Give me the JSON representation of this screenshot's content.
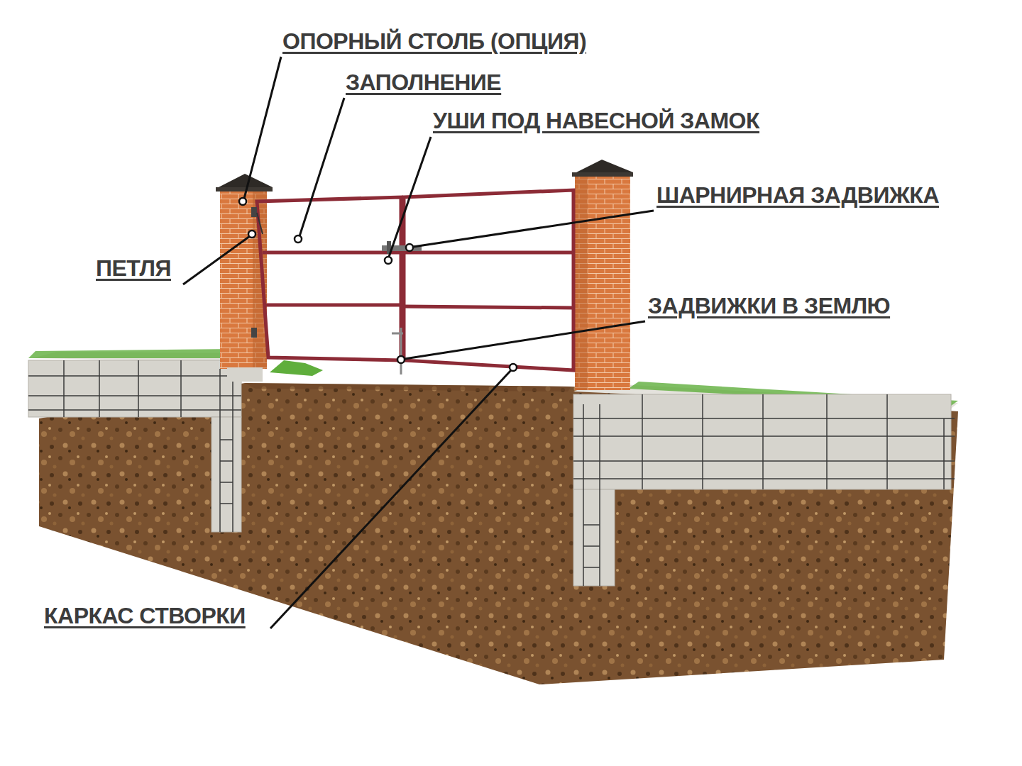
{
  "diagram": {
    "labels": [
      "ОПОРНЫЙ СТОЛБ (ОПЦИЯ)",
      "ЗАПОЛНЕНИЕ",
      "УШИ ПОД НАВЕСНОЙ ЗАМОК",
      "ШАРНИРНАЯ ЗАДВИЖКА",
      "ПЕТЛЯ",
      "ЗАДВИЖКИ В ЗЕМЛЮ",
      "КАРКАС СТВОРКИ"
    ]
  }
}
